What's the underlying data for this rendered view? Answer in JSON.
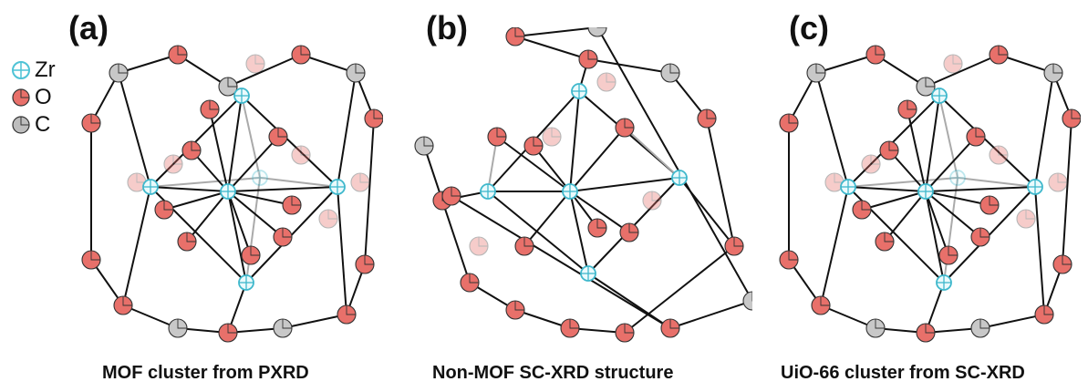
{
  "panels": [
    {
      "label": "(a)",
      "caption": "MOF cluster from PXRD"
    },
    {
      "label": "(b)",
      "caption": "Non-MOF SC-XRD structure"
    },
    {
      "label": "(c)",
      "caption": "UiO-66 cluster from SC-XRD"
    }
  ],
  "legend": [
    {
      "symbol": "Zr",
      "color": "#7fd8e4"
    },
    {
      "symbol": "O",
      "color": "#e8706a"
    },
    {
      "symbol": "C",
      "color": "#bdbdbd"
    }
  ]
}
